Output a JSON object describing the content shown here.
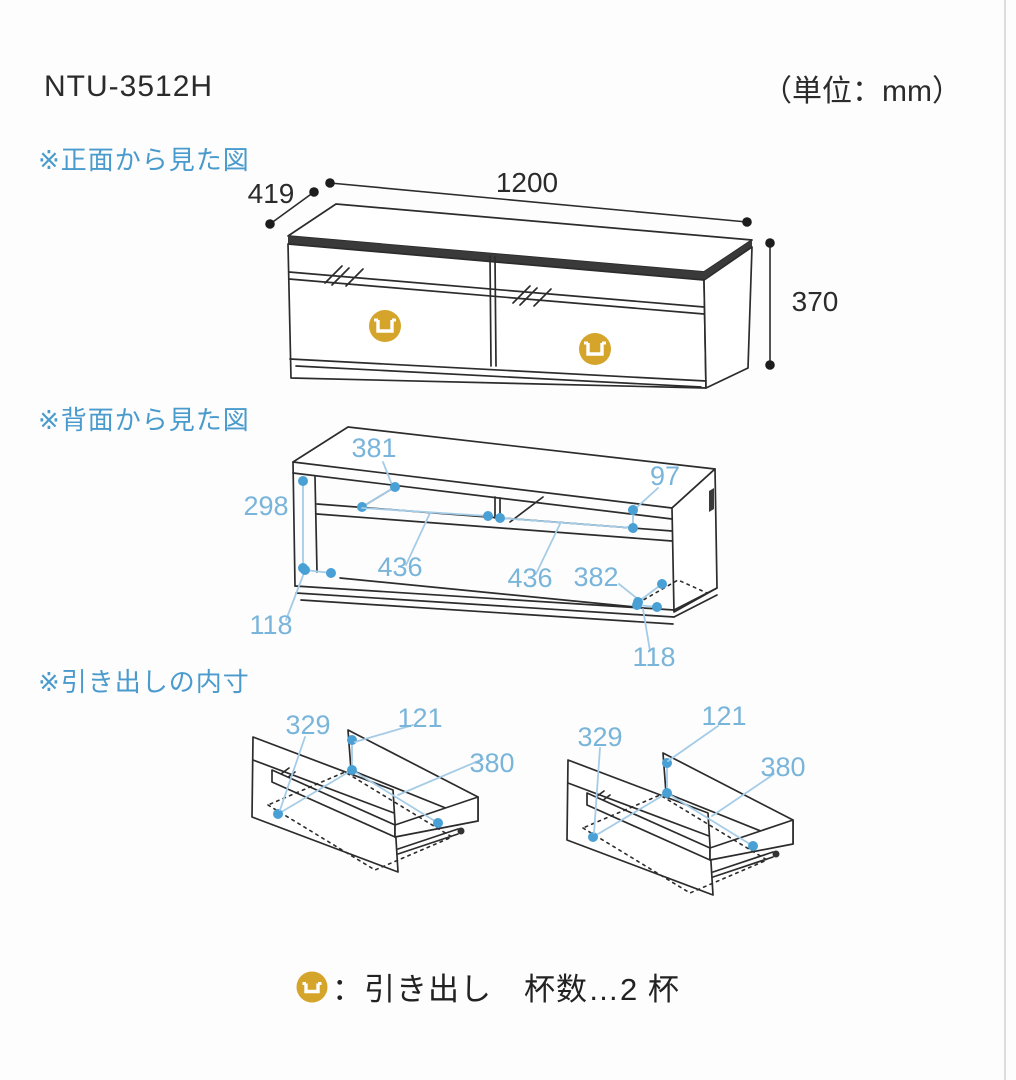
{
  "header": {
    "model": "NTU-3512H",
    "unit_note": "（単位：mm）"
  },
  "front_view": {
    "heading": "※正面から見た図",
    "width": "1200",
    "depth": "419",
    "height": "370"
  },
  "back_view": {
    "heading": "※背面から見た図",
    "shelf_depth": "381",
    "side_opening_height": "298",
    "left_bay_width": "436",
    "right_bay_width": "436",
    "top_gap": "97",
    "bottom_depth": "382",
    "bottom_left": "118",
    "bottom_right": "118"
  },
  "drawer_view": {
    "heading": "※引き出しの内寸",
    "drawers": [
      {
        "width": "329",
        "height": "121",
        "depth": "380"
      },
      {
        "width": "329",
        "height": "121",
        "depth": "380"
      }
    ]
  },
  "legend": {
    "icon": "drawer-handle-icon",
    "text": "：引き出し　杯数…2 杯"
  },
  "colors": {
    "heading_blue": "#4a9bcd",
    "dim_text_blue": "#79b5da",
    "dim_dot_blue": "#49a0d5",
    "dim_line_blue": "#a5cce7",
    "handle_gold": "#d5a42b",
    "line_ink": "#2c2c2c"
  }
}
